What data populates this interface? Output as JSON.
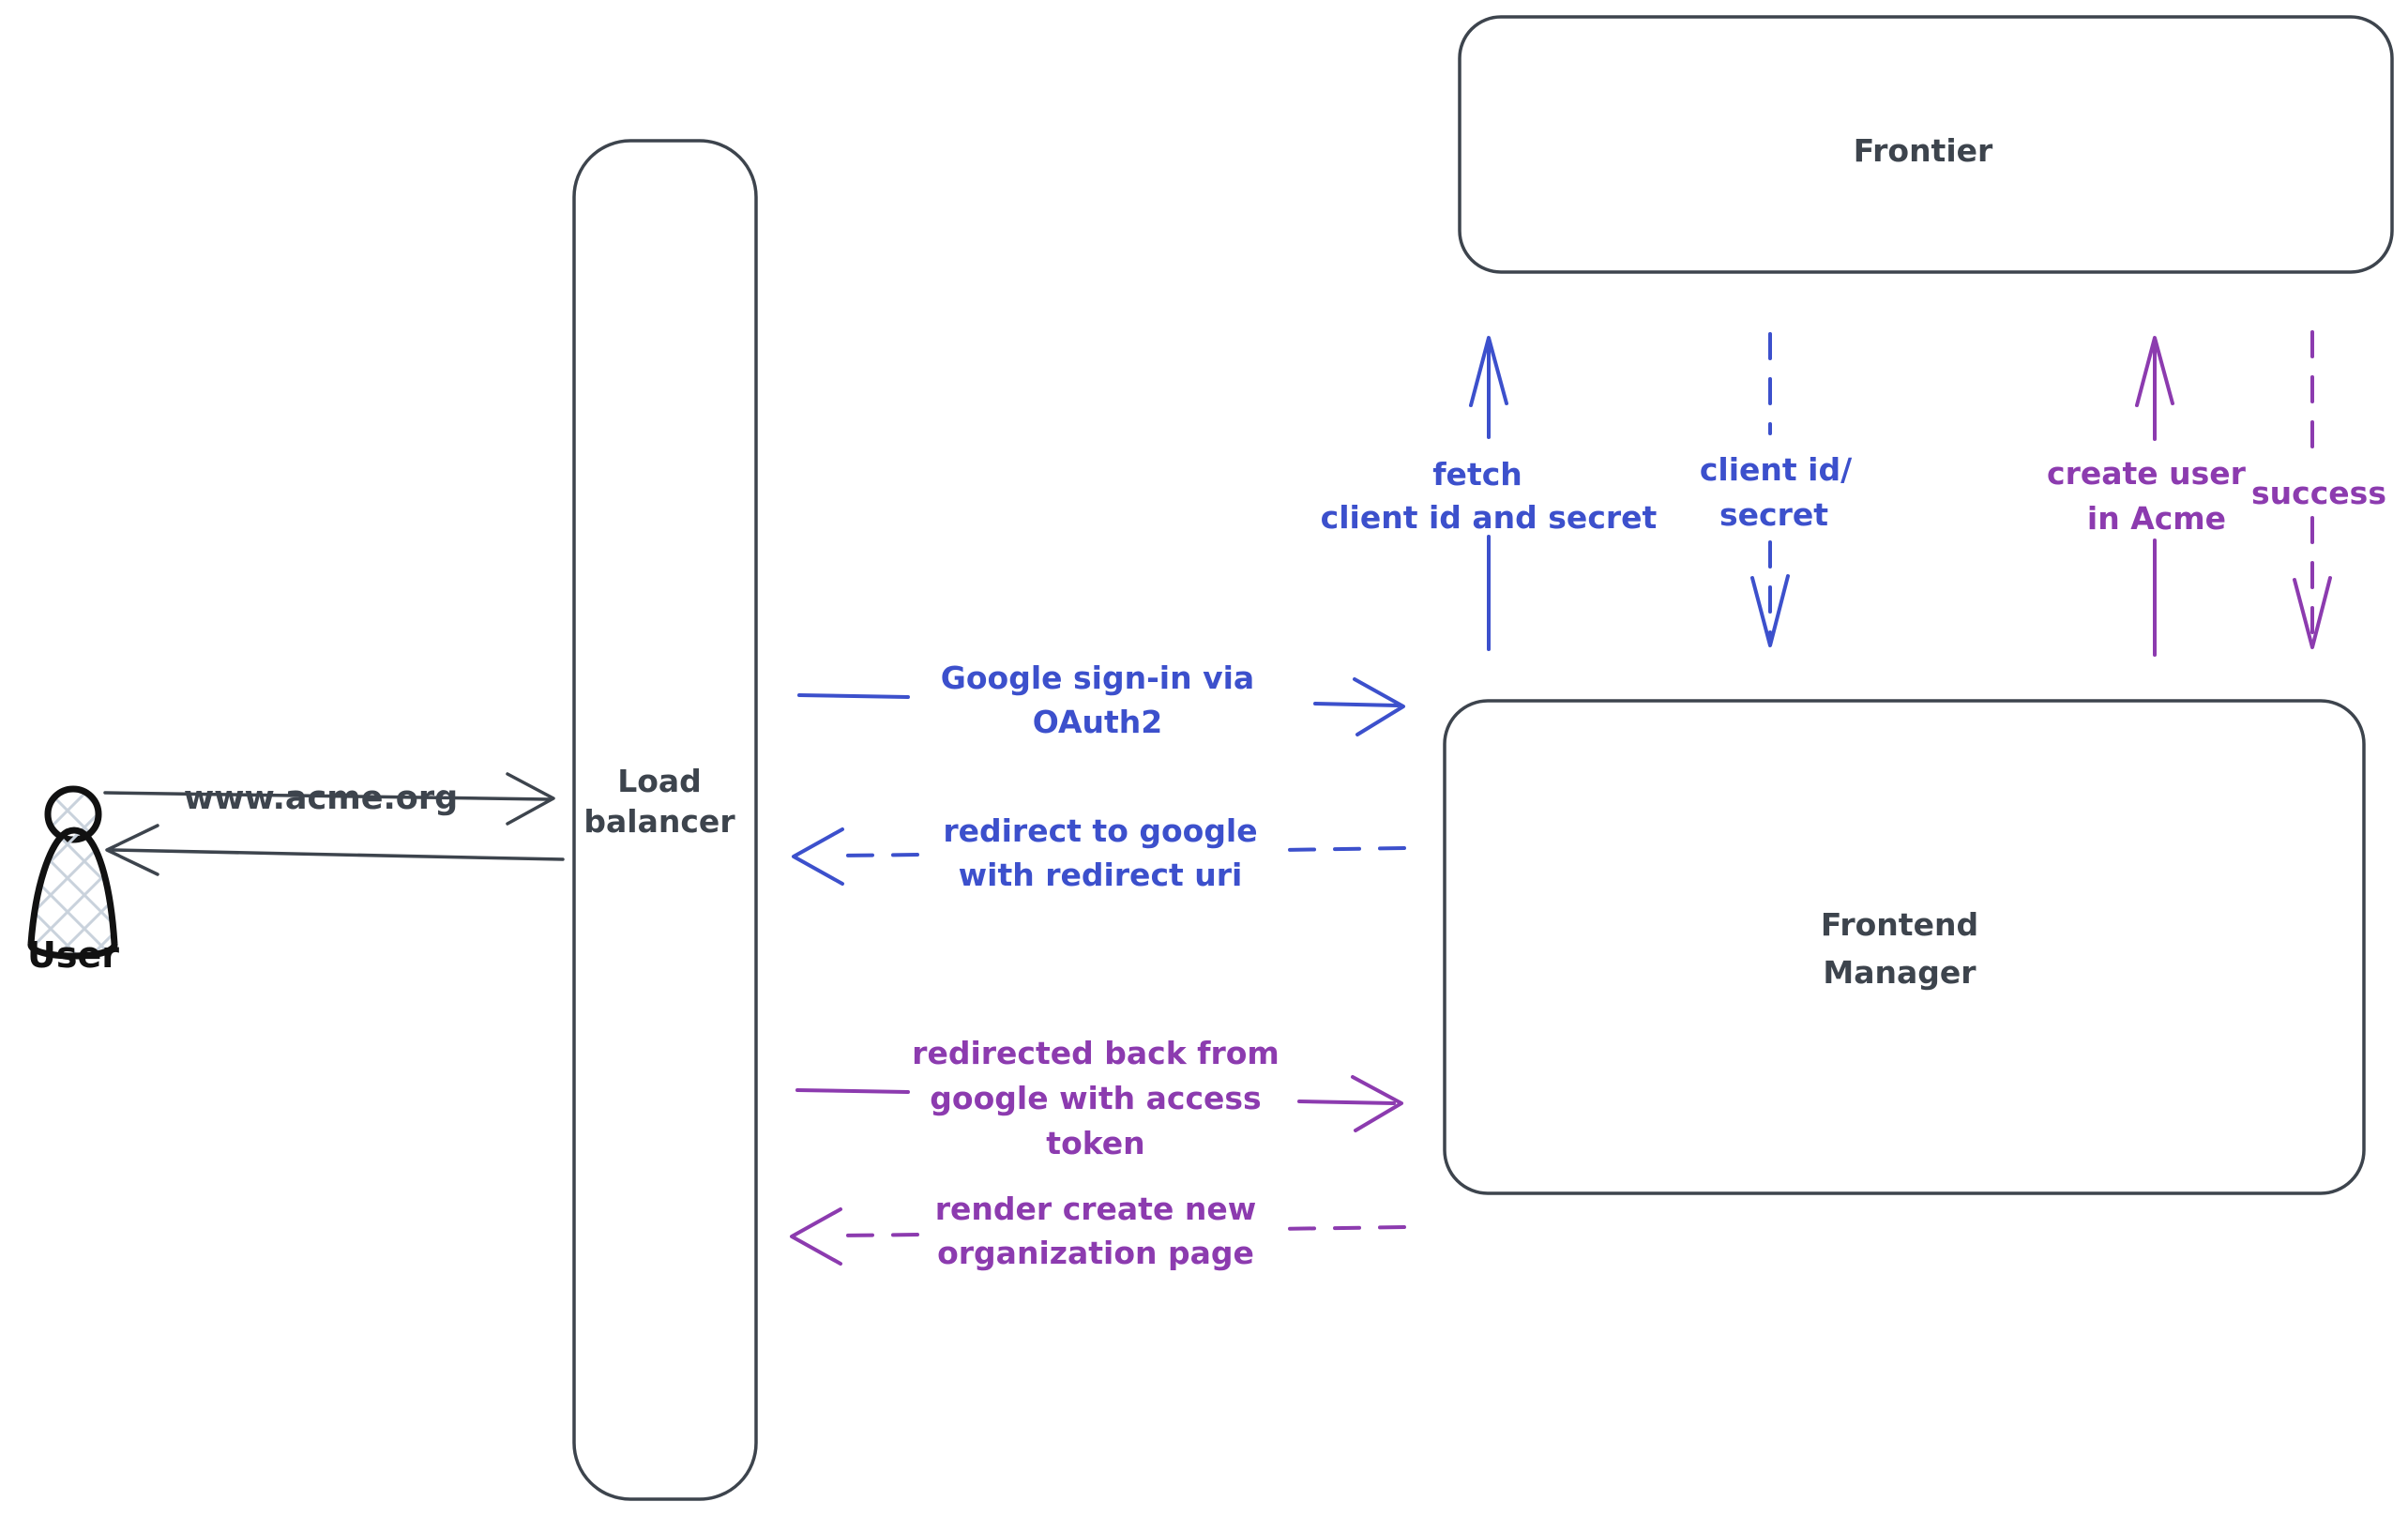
{
  "diagram": {
    "actors": {
      "user": {
        "label": "User"
      },
      "load_balancer": {
        "line1": "Load",
        "line2": "balancer"
      },
      "frontier": {
        "label": "Frontier"
      },
      "frontend_manager": {
        "line1": "Frontend",
        "line2": "Manager"
      }
    },
    "flows": {
      "acme_request": {
        "label": "www.acme.org"
      },
      "google_signin": {
        "line1": "Google sign-in via",
        "line2": "OAuth2"
      },
      "redirect_to_google": {
        "line1": "redirect to google",
        "line2": "with redirect uri"
      },
      "redirected_back": {
        "line1": "redirected back from",
        "line2": "google with access",
        "line3": "token"
      },
      "render_org_page": {
        "line1": "render create new",
        "line2": "organization page"
      },
      "fetch_client_secret": {
        "line1": "fetch",
        "line2": "client id and secret"
      },
      "client_id_secret": {
        "line1": "client id/",
        "line2": "secret"
      },
      "create_user": {
        "line1": "create user",
        "line2": "in Acme"
      },
      "success": {
        "label": "success"
      }
    },
    "colors": {
      "ink": "#3d444d",
      "figure": "#111111",
      "blue": "#3c50cc",
      "purple": "#8c3baf",
      "hatch": "#c9d2dc"
    }
  }
}
